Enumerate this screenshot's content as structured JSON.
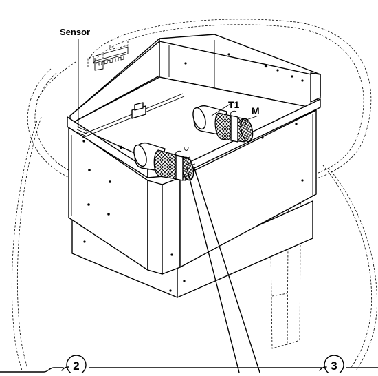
{
  "labels": {
    "sensor": "Sensor",
    "t1": "T1",
    "m": "M",
    "callout_left": "2",
    "callout_right": "3"
  }
}
